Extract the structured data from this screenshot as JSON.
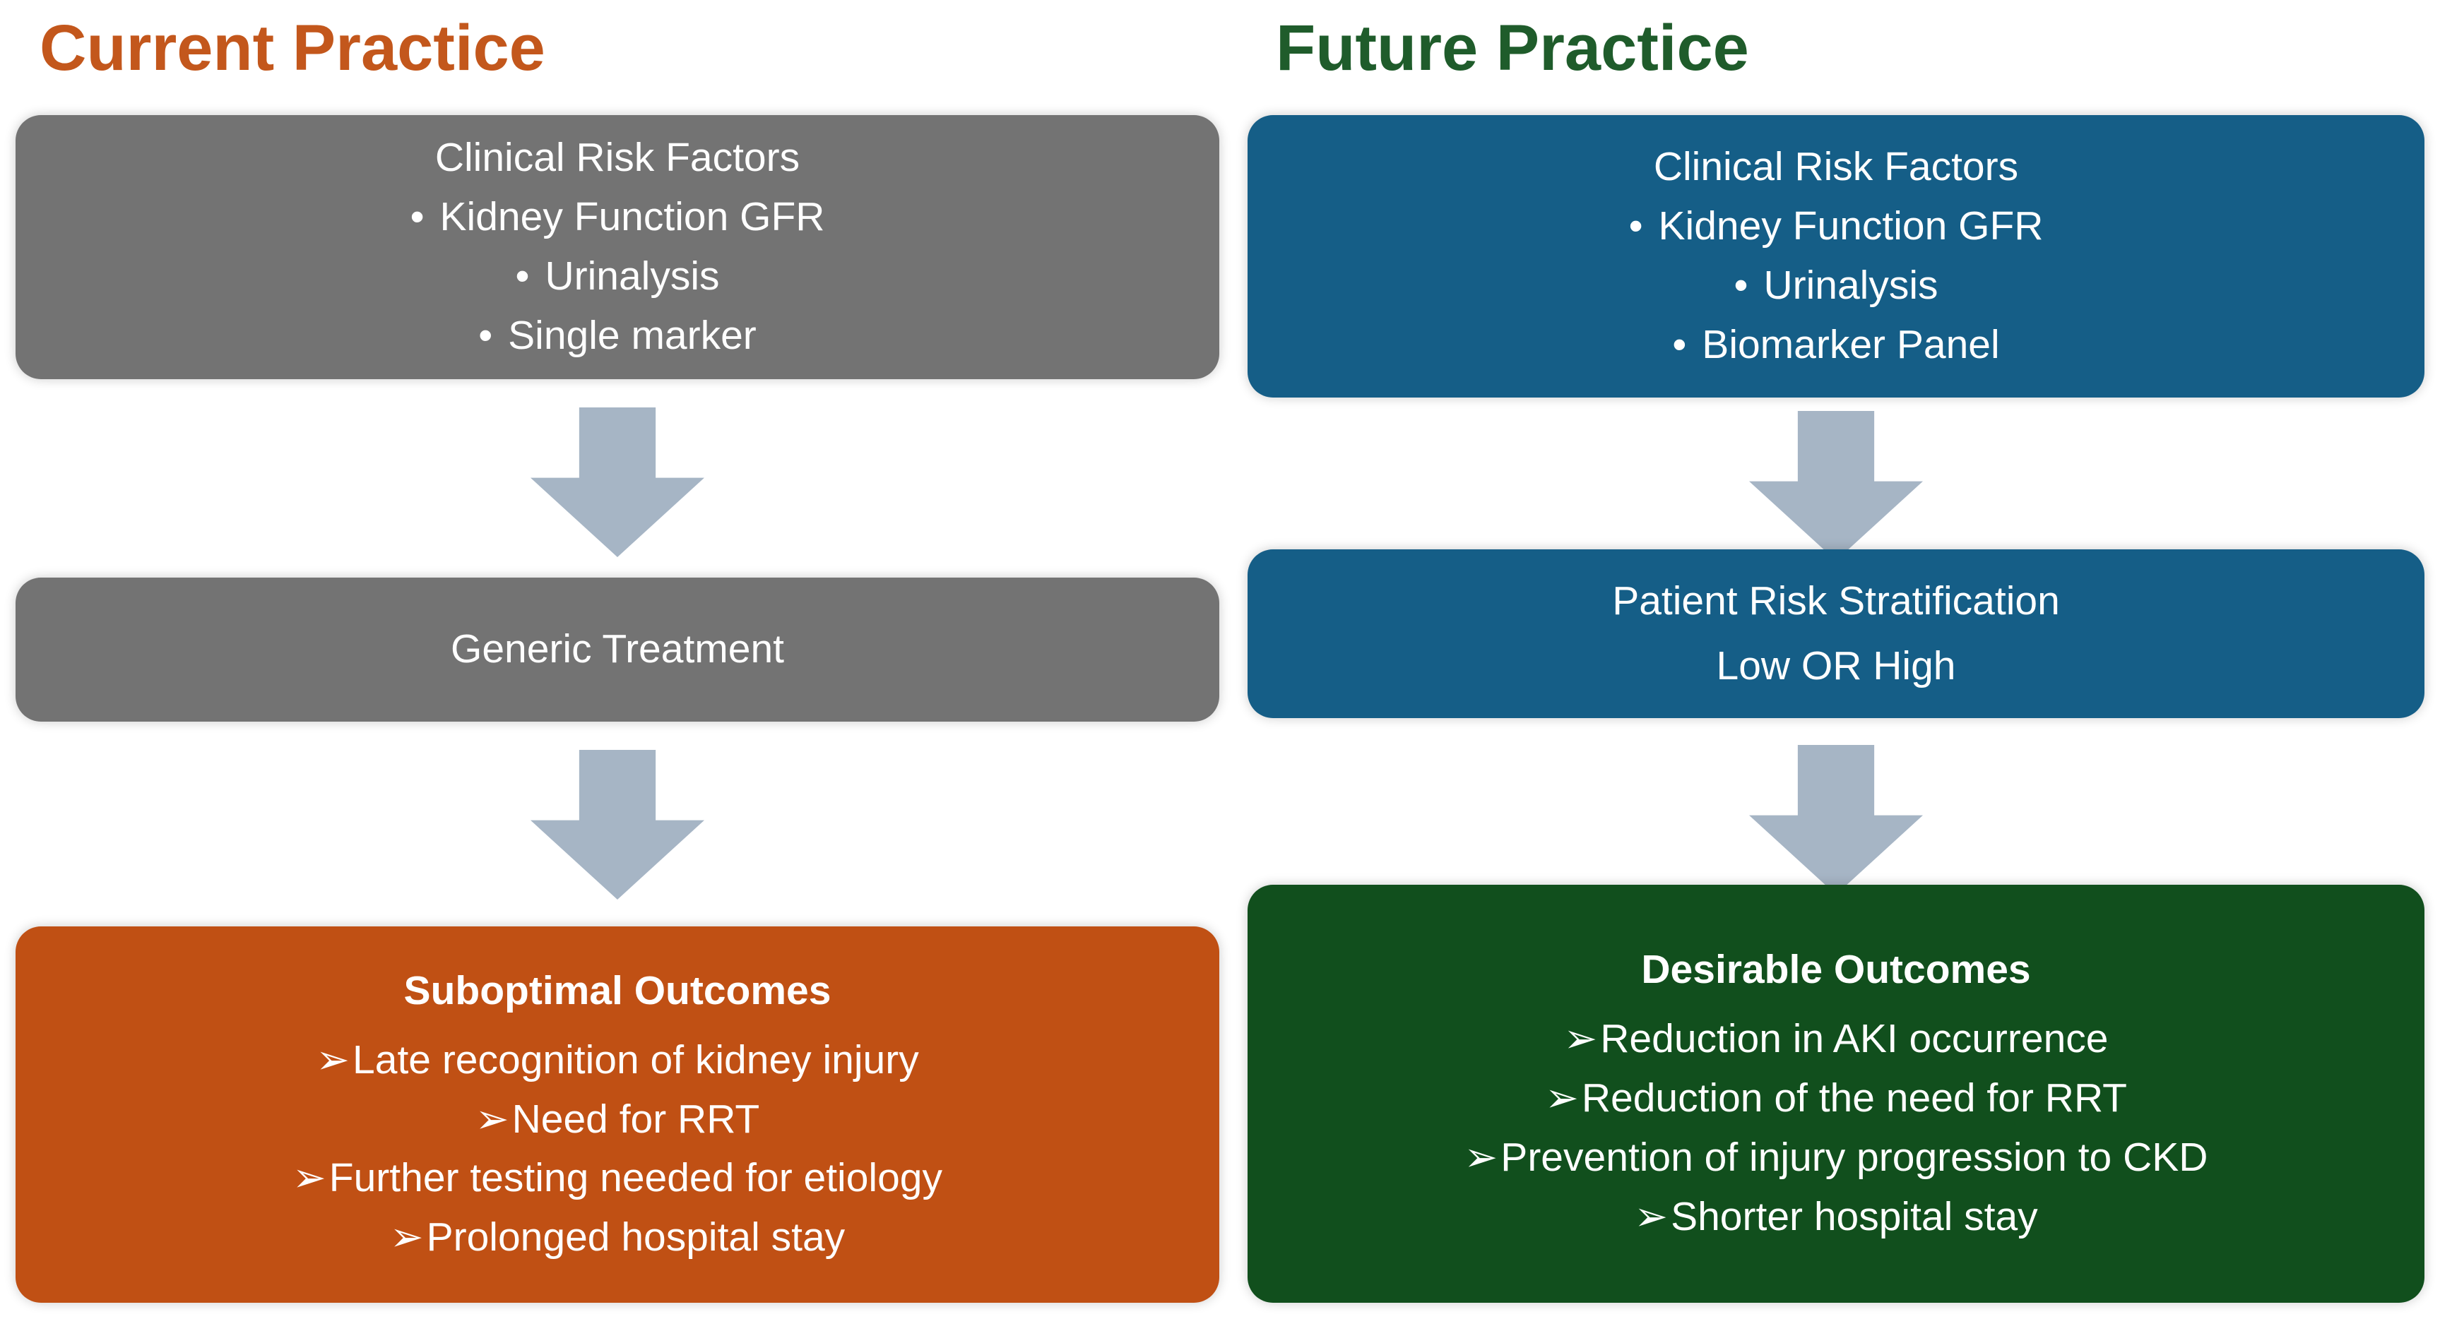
{
  "colors": {
    "current_title": "#C3571C",
    "future_title": "#1F5C2B",
    "gray_box": "#737373",
    "teal_box": "#155E87",
    "orange_box": "#C05014",
    "green_box": "#114F1D",
    "arrow": "#A6B5C5"
  },
  "columns": [
    {
      "title": "Current Practice",
      "boxes": [
        {
          "heading": "Clinical Risk Factors",
          "bullet_char": "•",
          "bullets": [
            "Kidney Function GFR",
            "Urinalysis",
            "Single marker"
          ]
        },
        {
          "lines": [
            "Generic Treatment"
          ]
        },
        {
          "heading": "Suboptimal Outcomes",
          "bullet_char": "➢",
          "bullets": [
            "Late recognition of kidney injury",
            "Need for RRT",
            "Further testing needed for etiology",
            "Prolonged hospital stay"
          ]
        }
      ]
    },
    {
      "title": "Future Practice",
      "boxes": [
        {
          "heading": "Clinical Risk Factors",
          "bullet_char": "•",
          "bullets": [
            "Kidney Function GFR",
            "Urinalysis",
            "Biomarker Panel"
          ]
        },
        {
          "lines": [
            "Patient Risk Stratification",
            "Low OR High"
          ]
        },
        {
          "heading": "Desirable Outcomes",
          "bullet_char": "➢",
          "bullets": [
            "Reduction in AKI occurrence",
            "Reduction of the need for RRT",
            "Prevention of injury progression to CKD",
            "Shorter hospital stay"
          ]
        }
      ]
    }
  ]
}
